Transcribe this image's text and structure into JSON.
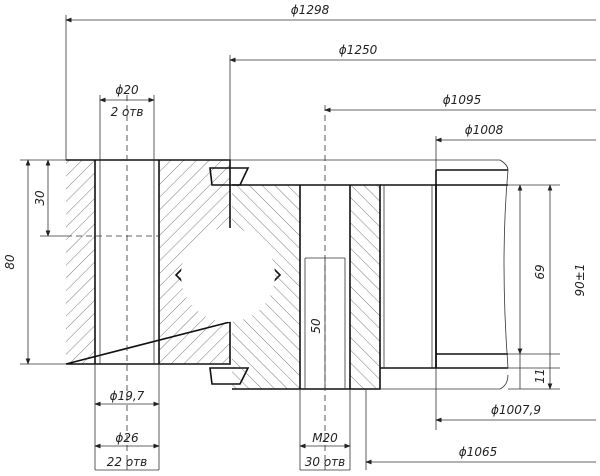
{
  "labels": {
    "d1298": "ϕ1298",
    "d1250": "ϕ1250",
    "d20": "ϕ20",
    "holes2": "2 отв",
    "d1095": "ϕ1095",
    "d1008": "ϕ1008",
    "dim30": "30",
    "dim80": "80",
    "dim69": "69",
    "dim90": "90±1",
    "dim50": "50",
    "dim11": "11",
    "d19_7": "ϕ19,7",
    "d1007_9": "ϕ1007,9",
    "d26": "ϕ26",
    "m20": "M20",
    "d1065": "ϕ1065",
    "holes22": "22 отв",
    "holes30": "30 отв"
  }
}
